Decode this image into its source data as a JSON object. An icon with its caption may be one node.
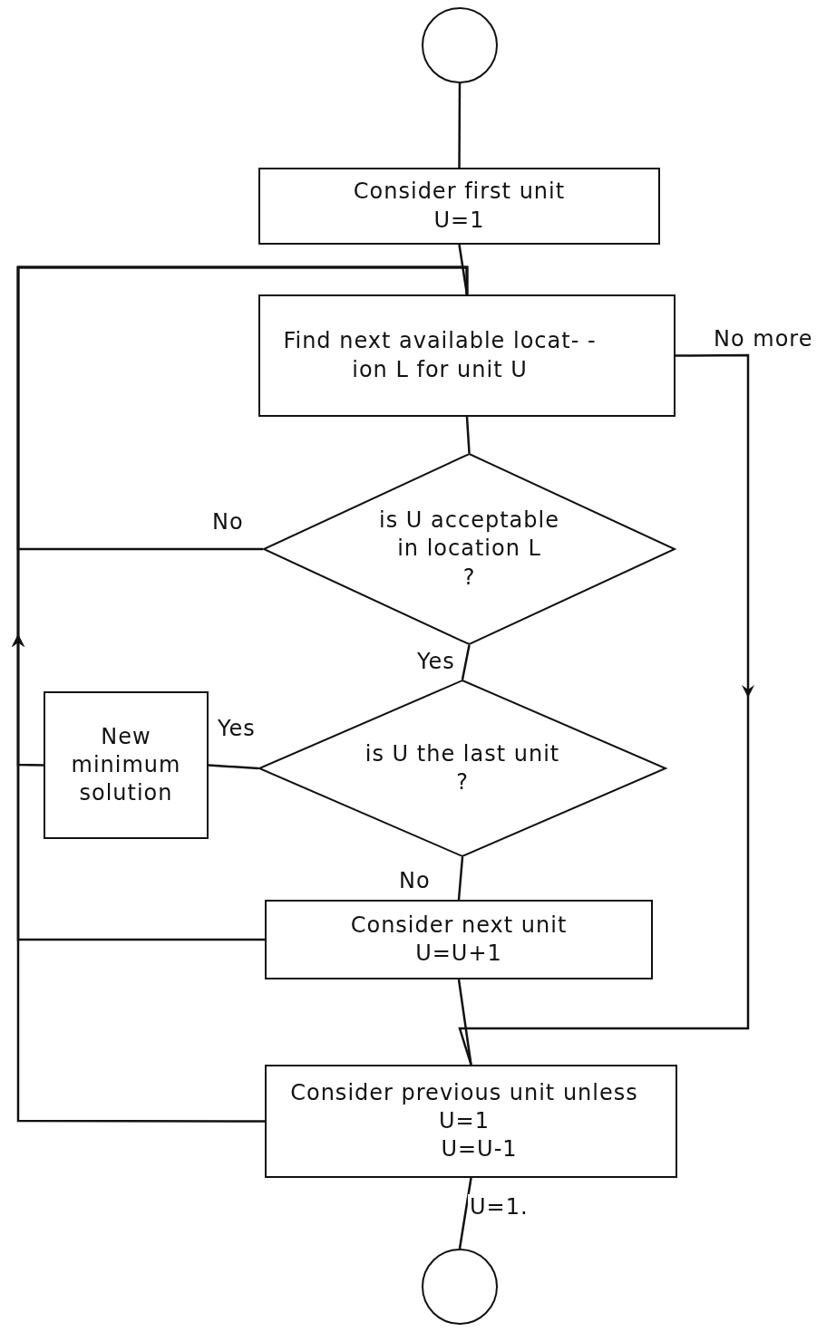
{
  "diagram": {
    "nodes": [
      {
        "text": [],
        "shape": "circle"
      },
      {
        "text": [
          "Consider first unit",
          "U=1"
        ]
      },
      {
        "text": [
          "Find next available locat- -ion L for unit U"
        ]
      },
      {
        "text": [
          "is U acceptable in location L",
          "?"
        ]
      },
      {
        "text": [
          "is U the last unit",
          "?"
        ]
      },
      {
        "text": [
          "New minimum solution"
        ]
      },
      {
        "text": [
          "Consider next unit",
          "U=U+1"
        ]
      },
      {
        "text": [
          "Consider previous unit unless U=1",
          "U=U-1"
        ]
      },
      {
        "text": [],
        "shape": "circle"
      }
    ],
    "edges": [
      {
        "from": 0,
        "to": 1,
        "arrow": "none"
      },
      {
        "from": 1,
        "to": 2,
        "arrow": "none"
      },
      {
        "from": 2,
        "to": 3,
        "arrow": "none"
      },
      {
        "from": 3,
        "to": 2,
        "arrow": "none",
        "label": "No"
      },
      {
        "from": 3,
        "to": 4,
        "arrow": "none",
        "label": "Yes"
      },
      {
        "from": 4,
        "to": 5,
        "arrow": "none",
        "label": "Yes"
      },
      {
        "from": 5,
        "to": 2,
        "arrow": "to"
      },
      {
        "from": 4,
        "to": 6,
        "arrow": "none",
        "label": "No"
      },
      {
        "from": 6,
        "to": 2,
        "arrow": "to"
      },
      {
        "from": 2,
        "to": 7,
        "arrow": "to",
        "label": "No more"
      },
      {
        "from": 6,
        "to": 7,
        "arrow": "none"
      },
      {
        "from": 7,
        "to": 2,
        "arrow": "to"
      },
      {
        "from": 7,
        "to": 8,
        "arrow": "none",
        "label": "U=1."
      }
    ]
  }
}
